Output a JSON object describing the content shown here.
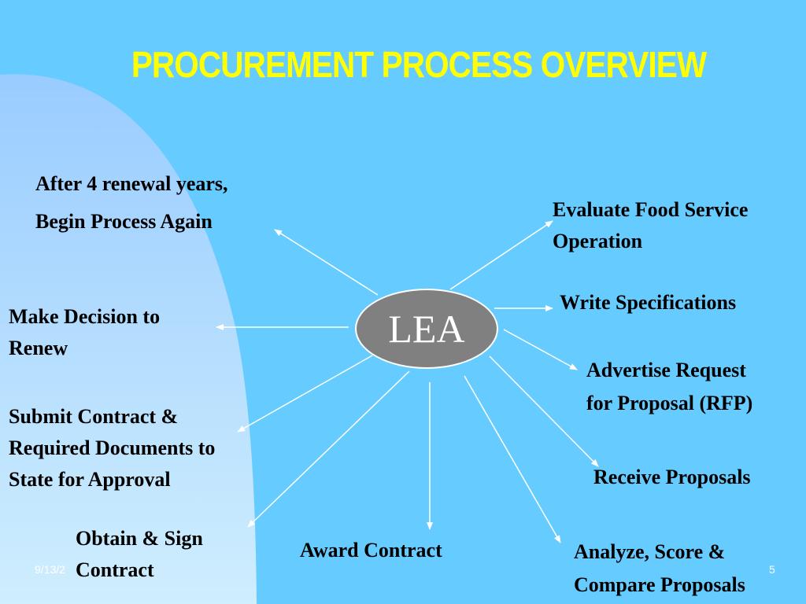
{
  "title": "PROCUREMENT PROCESS OVERVIEW",
  "hub": {
    "label": "LEA"
  },
  "steps": {
    "evaluate": {
      "line1": "Evaluate Food Service",
      "line2": "Operation"
    },
    "write": {
      "line1": "Write Specifications"
    },
    "advertise": {
      "line1": "Advertise Request",
      "line2": "for Proposal (RFP)"
    },
    "receive": {
      "line1": "Receive Proposals"
    },
    "analyze": {
      "line1": "Analyze, Score &",
      "line2": "Compare Proposals"
    },
    "award": {
      "line1": "Award Contract"
    },
    "obtain": {
      "line1": "Obtain & Sign",
      "line2": "Contract"
    },
    "submit": {
      "line1": "Submit Contract &",
      "line2": "Required Documents to",
      "line3": "State for Approval"
    },
    "decide": {
      "line1": "Make Decision to",
      "line2": "Renew"
    },
    "renewal": {
      "line1": "After 4 renewal years,",
      "line2": "Begin Process Again"
    }
  },
  "footer": {
    "date": "9/13/2",
    "page": "5"
  },
  "colors": {
    "background": "#66ccff",
    "curve_light": "#cfeefe",
    "curve_mid": "#99ccff",
    "title": "#ffff00",
    "hub": "#808080",
    "arrow": "#ffffff"
  }
}
